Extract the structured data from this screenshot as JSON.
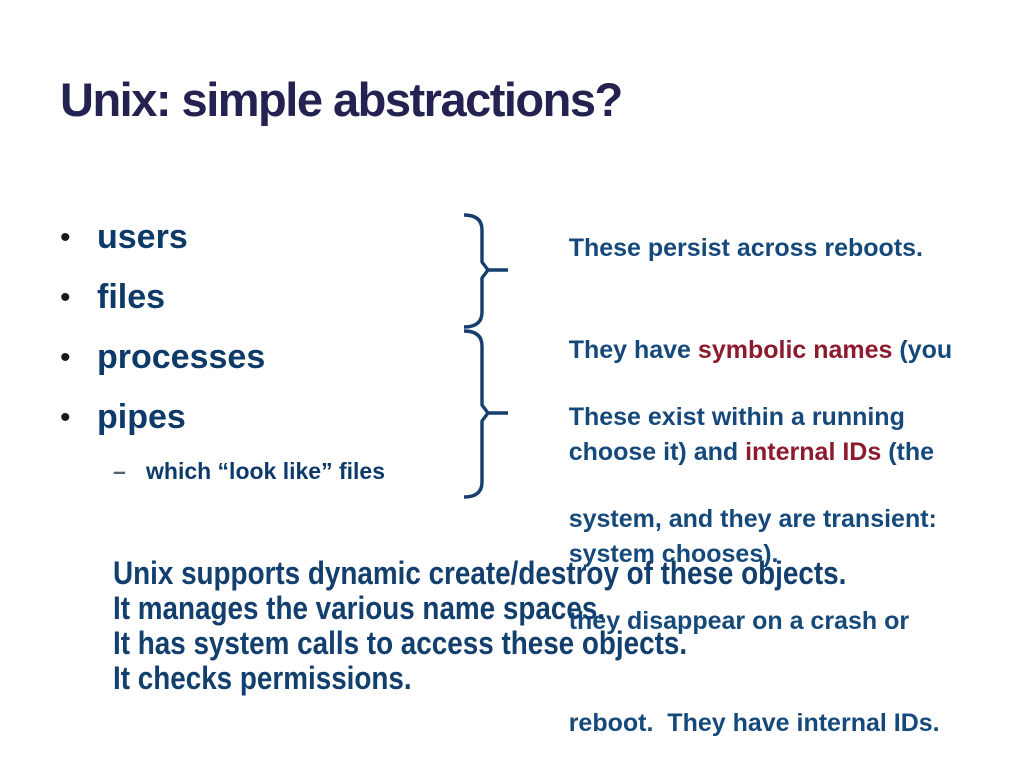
{
  "slide": {
    "title": "Unix: simple abstractions?",
    "colors": {
      "background": "#ffffff",
      "title": "#232250",
      "bullet_text": "#0d3a69",
      "body_text": "#16497b",
      "highlight_red": "#8c1b2e",
      "bottom_text": "#123f6e",
      "brace_stroke": "#163f6d"
    },
    "bullet_char": "•",
    "dash_char": "–",
    "bullets": {
      "items": [
        {
          "label": "users"
        },
        {
          "label": "files"
        },
        {
          "label": "processes"
        },
        {
          "label": "pipes"
        }
      ],
      "sub_item": {
        "text": "which “look like” files"
      }
    },
    "right_blocks": [
      {
        "lines": [
          {
            "segments": [
              {
                "text": "These persist across reboots."
              }
            ]
          },
          {
            "segments": [
              {
                "text": "They have "
              },
              {
                "text": "symbolic names"
              },
              {
                "text": " (you"
              }
            ]
          },
          {
            "segments": [
              {
                "text": "choose it) and "
              },
              {
                "text": "internal IDs"
              },
              {
                "text": " (the"
              }
            ]
          },
          {
            "segments": [
              {
                "text": "system chooses)."
              }
            ]
          }
        ]
      },
      {
        "lines": [
          {
            "segments": [
              {
                "text": "These exist within a running"
              }
            ]
          },
          {
            "segments": [
              {
                "text": "system, and they are transient:"
              }
            ]
          },
          {
            "segments": [
              {
                "text": "they disappear on a crash or"
              }
            ]
          },
          {
            "segments": [
              {
                "text": "reboot.  They have internal IDs."
              }
            ]
          }
        ]
      }
    ],
    "bottom_paragraph": {
      "lines": [
        "Unix supports dynamic create/destroy of these objects.",
        "It manages the various name spaces.",
        "It has system calls to access these objects.",
        "It checks permissions."
      ]
    }
  }
}
